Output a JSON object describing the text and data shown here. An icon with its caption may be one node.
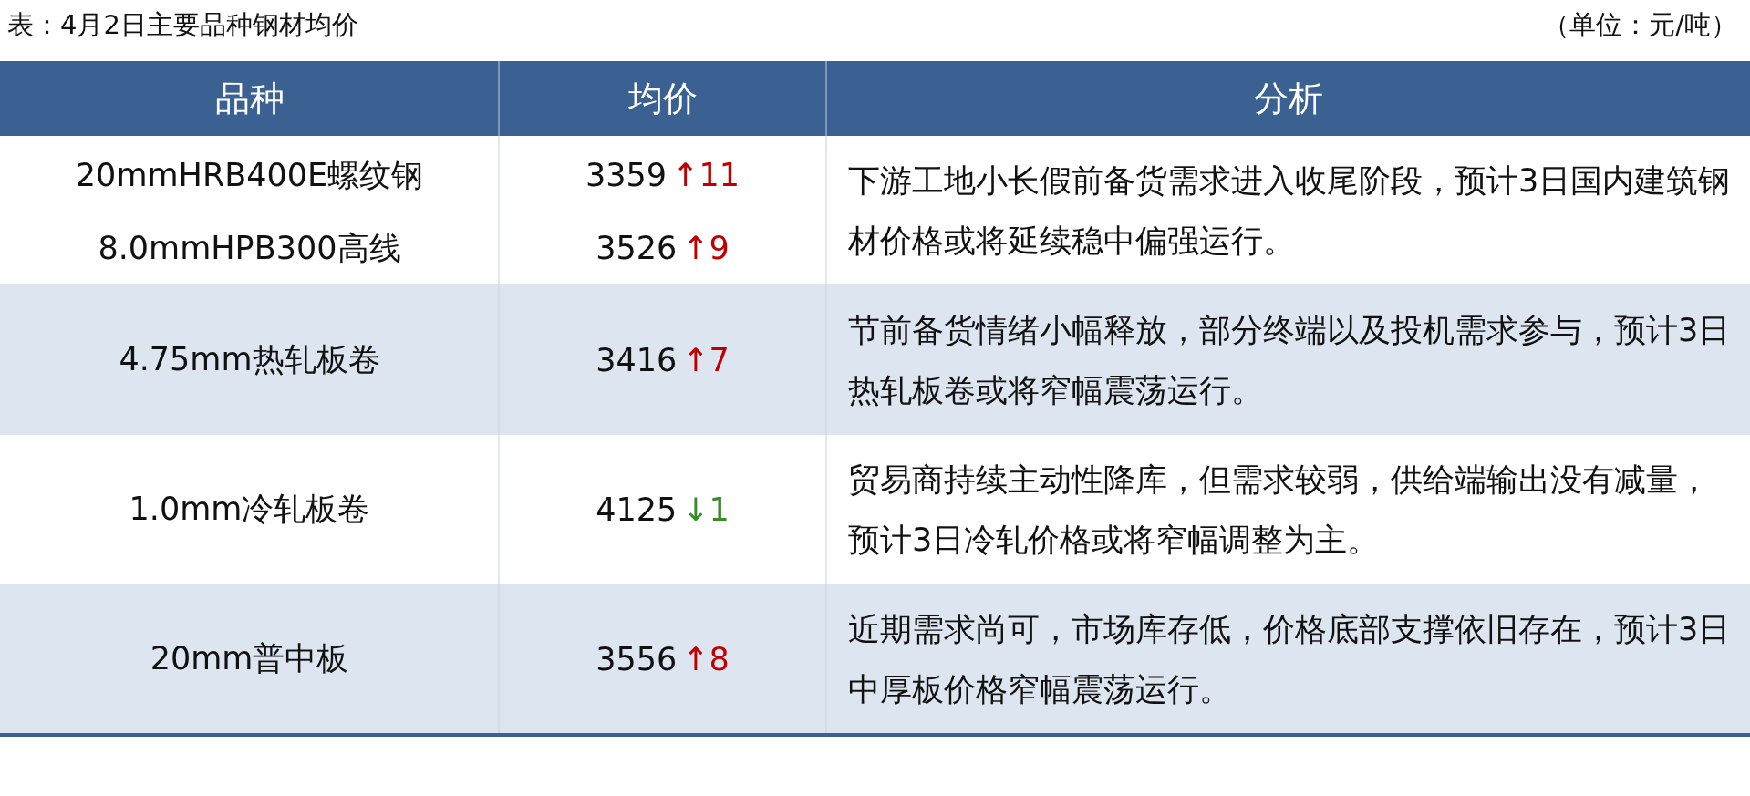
{
  "diagram": {
    "title": "表：4月2日主要品种钢材均价",
    "labels": [
      "（单位：元/吨）",
      "品种",
      "均价",
      "分析",
      "20mmHRB400E螺纹钢",
      "8.0mmHPB300高线",
      "3359",
      "↑11",
      "3526",
      "↑9",
      "下游工地小长假前备货需求进入收尾阶段，预计3日国内建筑钢材价格或将延续稳中偏强运行。",
      "4.75mm热轧板卷",
      "3416",
      "↑7",
      "节前备货情绪小幅释放，部分终端以及投机需求参与，预计3日热轧板卷或将窄幅震荡运行。",
      "1.0mm冷轧板卷",
      "4125",
      "↓1",
      "贸易商持续主动性降库，但需求较弱，供给端输出没有减量，预计3日冷轧价格或将窄幅调整为主。",
      "20mm普中板",
      "3556",
      "↑8",
      "近期需求尚可，市场库存低，价格底部支撑依旧存在，预计3日中厚板价格窄幅震荡运行。"
    ]
  }
}
